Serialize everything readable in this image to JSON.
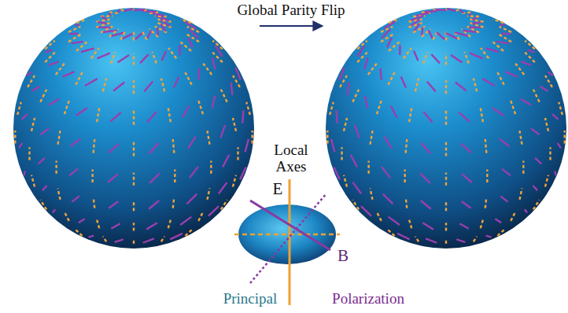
{
  "diagram": {
    "labels": [
      "Global Parity Flip",
      "Local Axes",
      "E",
      "B",
      "Principal",
      "Polarization"
    ]
  }
}
